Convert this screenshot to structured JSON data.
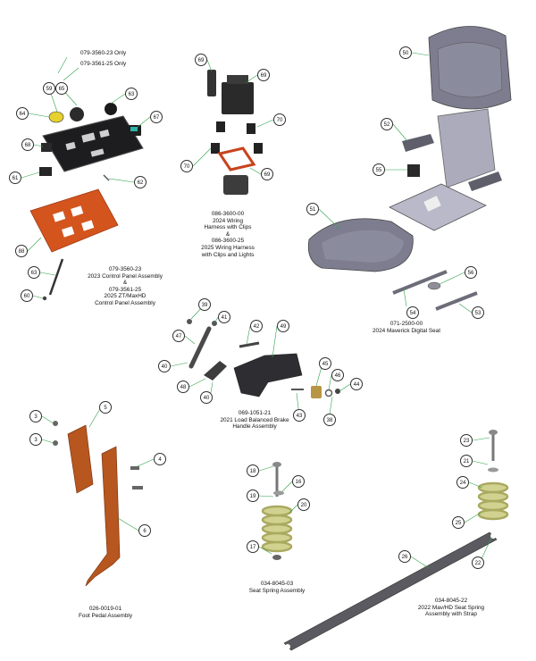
{
  "colors": {
    "orange": "#d4541e",
    "rust": "#b7561f",
    "gray": "#8f8f96",
    "dark": "#2c2c30",
    "seat": "#7d7d8f",
    "spring": "#d2d290",
    "leader": "#2fa24a"
  },
  "captions": {
    "control_panel_top": [
      "079-3560-23 Only",
      "079-3561-25 Only"
    ],
    "control_panel": [
      "079-3560-23",
      "2023 Control Panel Assembly",
      "&",
      "079-3561-25",
      "2025 ZT/MaxHD",
      "Control Panel Assembly"
    ],
    "wiring": [
      "086-3600-00",
      "2024 Wiring",
      "Harness with Clips",
      "&",
      "086-3600-25",
      "2025 Wiring Harness",
      "with Clips and Lights"
    ],
    "seat": [
      "071-2500-00",
      "2024 Maverick Digital Seat"
    ],
    "brake": [
      "069-1051-21",
      "2021 Load Balanced Brake",
      "Handle Assembly"
    ],
    "foot_pedal": [
      "026-0019-01",
      "Foot Pedal Assembly"
    ],
    "spring": [
      "034-8045-03",
      "Seat Spring Assembly"
    ],
    "spring_strap": [
      "034-8045-22",
      "2022 Mav/HD Seat Spring",
      "Assembly with Strap"
    ]
  },
  "callouts": [
    "59",
    "65",
    "63",
    "64",
    "67",
    "68",
    "61",
    "62",
    "88",
    "63",
    "60",
    "69",
    "69",
    "70",
    "70",
    "69",
    "50",
    "52",
    "55",
    "51",
    "56",
    "54",
    "53",
    "39",
    "41",
    "47",
    "42",
    "49",
    "40",
    "48",
    "40",
    "45",
    "46",
    "44",
    "43",
    "38",
    "3",
    "5",
    "3",
    "4",
    "6",
    "18",
    "16",
    "19",
    "20",
    "17",
    "23",
    "21",
    "24",
    "25",
    "26",
    "22"
  ]
}
